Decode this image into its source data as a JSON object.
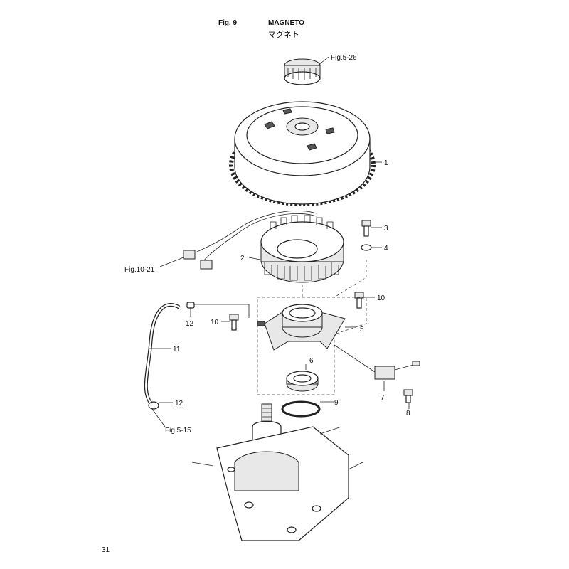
{
  "header": {
    "fig_number": "Fig. 9",
    "title": "MAGNETO",
    "title_jp": "マグネト"
  },
  "page_number": "31",
  "callouts": {
    "fig_5_26": "Fig.5-26",
    "p1": "1",
    "p2": "2",
    "p3": "3",
    "p4": "4",
    "fig_10_21": "Fig.10-21",
    "p10_right": "10",
    "p12_top": "12",
    "p10_left": "10",
    "p5": "5",
    "p11": "11",
    "p6": "6",
    "p7": "7",
    "p8": "8",
    "p9": "9",
    "p12_bottom": "12",
    "fig_5_15": "Fig.5-15"
  }
}
